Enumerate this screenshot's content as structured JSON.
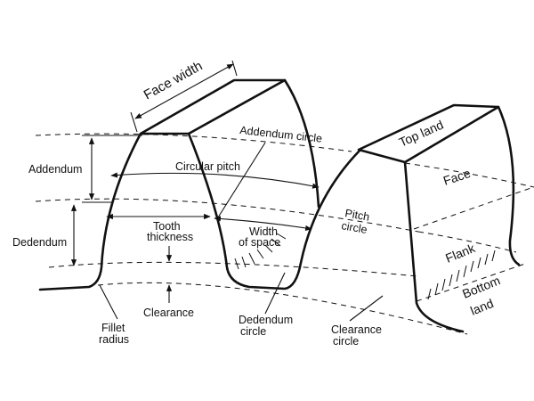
{
  "diagram": {
    "colors": {
      "line": "#111111",
      "background": "#ffffff"
    },
    "labels": {
      "face_width": "Face width",
      "addendum_circle": "Addendum circle",
      "top_land": "Top land",
      "addendum": "Addendum",
      "circular_pitch": "Circular pitch",
      "face": "Face",
      "pitch": "Pitch",
      "circle": "circle",
      "tooth": "Tooth",
      "thickness": "thickness",
      "width": "Width",
      "of_space": "of space",
      "dedendum": "Dedendum",
      "flank": "Flank",
      "bottom": "Bottom",
      "land": "land",
      "clearance": "Clearance",
      "fillet": "Fillet",
      "radius": "radius",
      "dedendum_circle_1": "Dedendum",
      "dedendum_circle_2": "circle",
      "clearance_circle_1": "Clearance",
      "clearance_circle_2": "circle"
    }
  }
}
